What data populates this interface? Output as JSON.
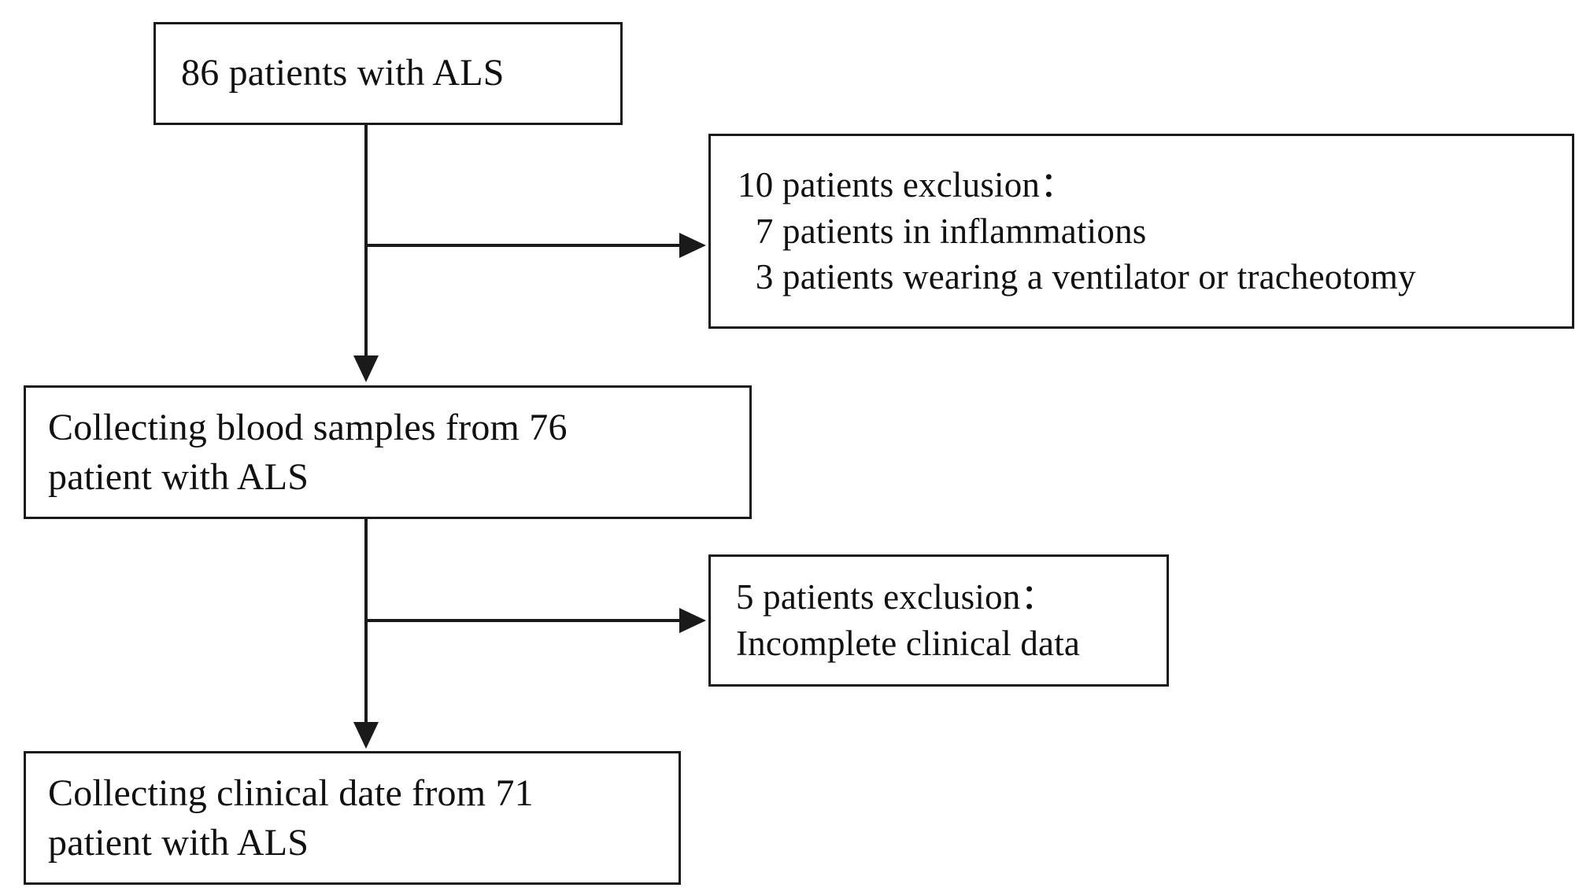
{
  "figure": {
    "type": "flowchart",
    "orientation": "top-to-bottom",
    "background_color": "#ffffff",
    "line_color": "#1a1a1a",
    "text_color": "#111111"
  },
  "nodes": {
    "enrolled": {
      "id": "enrolled",
      "role": "cohort",
      "count": 86,
      "lines": [
        "86 patients with ALS"
      ]
    },
    "exclusion_1": {
      "id": "exclusion-1",
      "role": "exclusion",
      "count": 10,
      "lines": [
        "10 patients exclusion：",
        "  7 patients in inflammations",
        "  3 patients wearing a ventilator or tracheotomy"
      ],
      "reasons": [
        {
          "count": 7,
          "reason": "patients in inflammations"
        },
        {
          "count": 3,
          "reason": "patients wearing a ventilator or tracheotomy"
        }
      ]
    },
    "blood": {
      "id": "blood-samples",
      "role": "cohort",
      "count": 76,
      "lines": [
        "Collecting blood samples from 76",
        "patient with ALS"
      ]
    },
    "exclusion_2": {
      "id": "exclusion-2",
      "role": "exclusion",
      "count": 5,
      "lines": [
        "5 patients exclusion：",
        "Incomplete clinical data"
      ],
      "reasons": [
        {
          "count": 5,
          "reason": "Incomplete clinical data"
        }
      ]
    },
    "clinical": {
      "id": "clinical-data",
      "role": "cohort",
      "count": 71,
      "lines": [
        "Collecting clinical date from 71",
        "patient with ALS"
      ]
    }
  },
  "edges": [
    {
      "from": "enrolled",
      "to": "blood",
      "kind": "vertical-arrow"
    },
    {
      "from": "enrolled",
      "to": "exclusion_1",
      "kind": "branch-arrow-right"
    },
    {
      "from": "blood",
      "to": "clinical",
      "kind": "vertical-arrow"
    },
    {
      "from": "blood",
      "to": "exclusion_2",
      "kind": "branch-arrow-right"
    }
  ]
}
